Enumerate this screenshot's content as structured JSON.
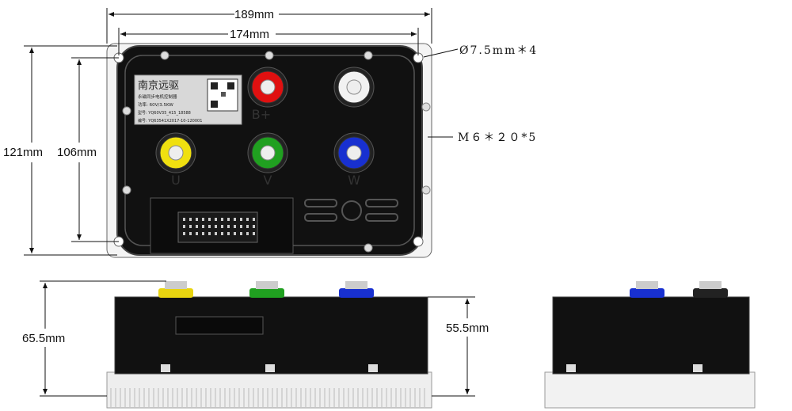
{
  "dimensions": {
    "overall_width": "189mm",
    "hole_spacing_width": "174mm",
    "overall_height": "121mm",
    "hole_spacing_height": "106mm",
    "overall_depth": "65.5mm",
    "body_depth": "55.5mm",
    "mounting_hole": "Ø7.5mm＊4",
    "terminal_bolt": "M６＊２０*5"
  },
  "label": {
    "brand": "南京远驱",
    "product": "永磁同步电机控制器",
    "power": "功率: 60V/3.5KW",
    "model": "型号: YQ60V35_415_18588",
    "serial": "编号: YQ63541X2017-10-120001"
  },
  "terminals": [
    {
      "name": "B+",
      "color": "#e01010"
    },
    {
      "name": "",
      "color": "#f2f2f2"
    },
    {
      "name": "U",
      "color": "#f0e010"
    },
    {
      "name": "V",
      "color": "#20a020"
    },
    {
      "name": "W",
      "color": "#1830d0"
    }
  ],
  "colors": {
    "body": "#111111",
    "heatsink": "#e8e8e8",
    "outline": "#555555"
  }
}
